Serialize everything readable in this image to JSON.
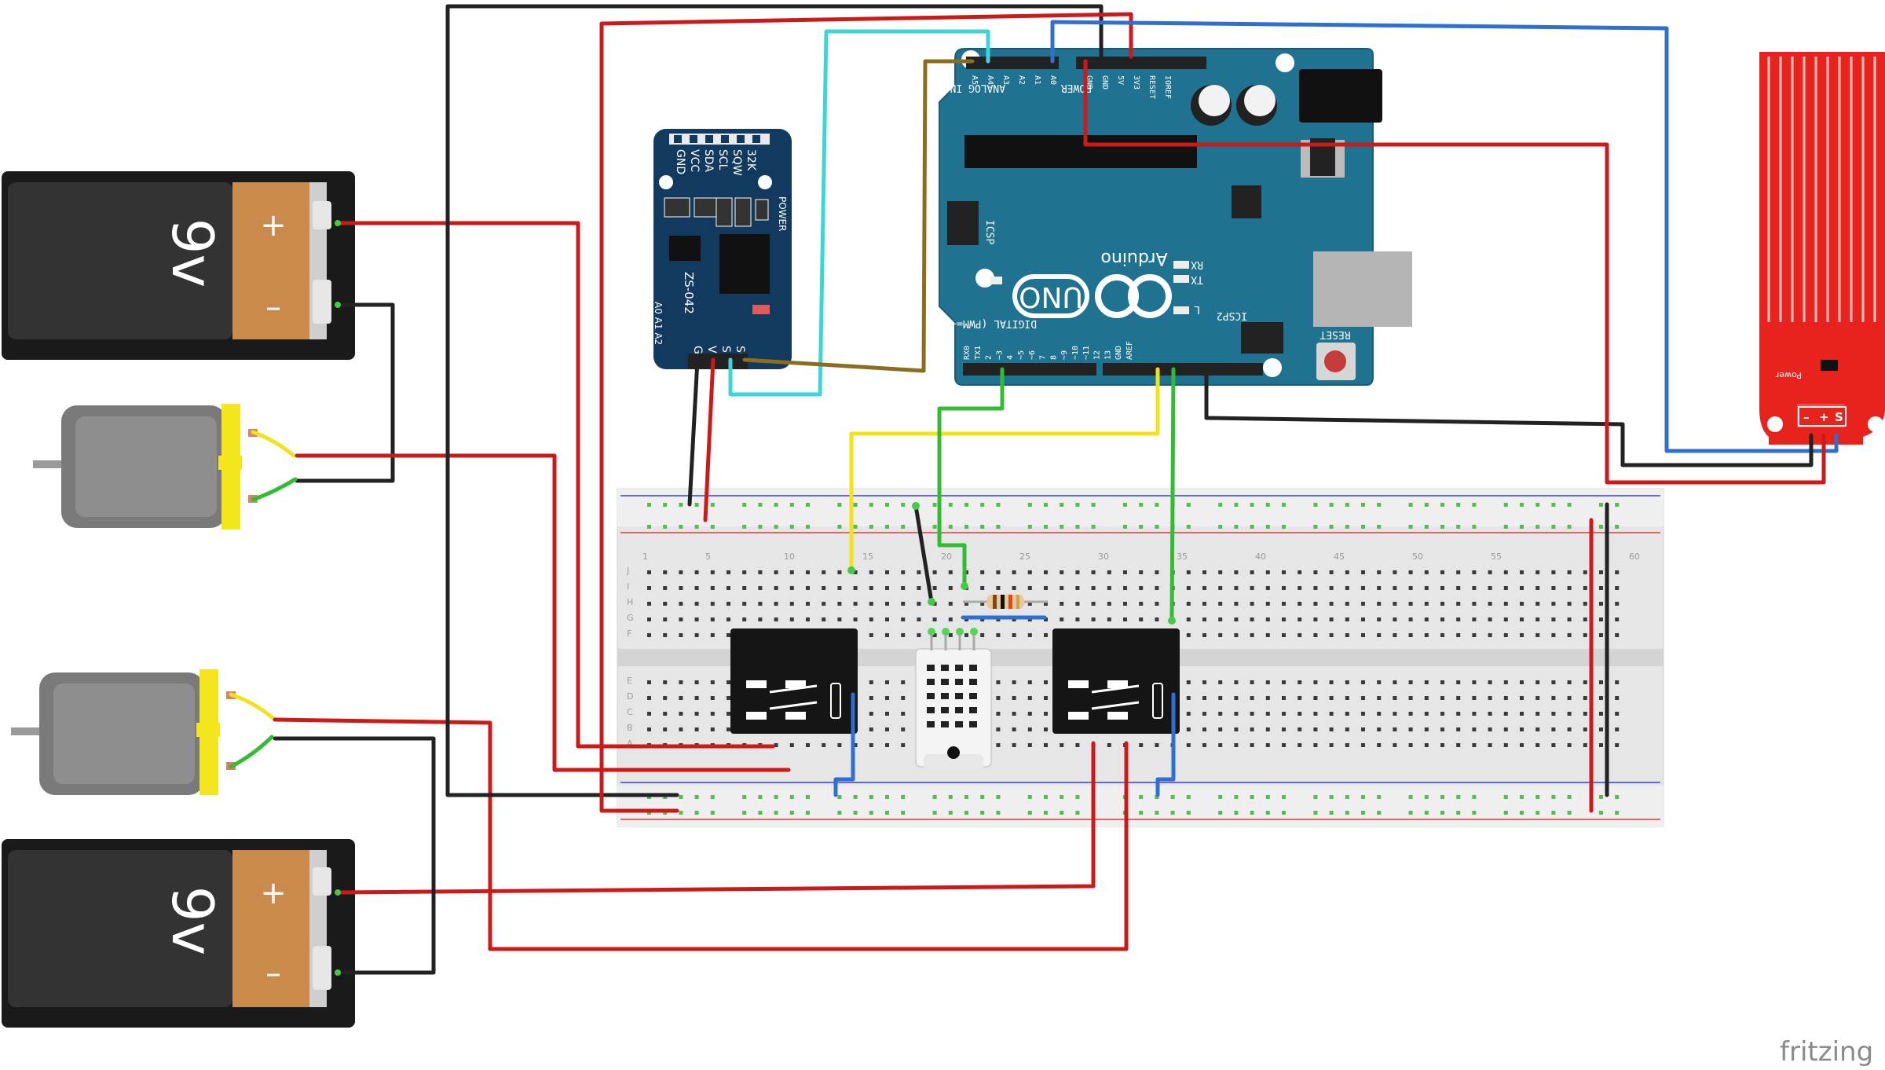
{
  "battery_top": {
    "voltage": "9v",
    "plus": "+",
    "minus": "–"
  },
  "battery_bottom": {
    "voltage": "9v",
    "plus": "+",
    "minus": "–"
  },
  "rtc_module": {
    "top_pins": [
      "GND",
      "VCC",
      "SDA",
      "SCL",
      "SQW",
      "32K"
    ],
    "bottom_pins": [
      "GND",
      "VCC",
      "SDA",
      "SCL"
    ],
    "model": "ZS-042",
    "addr": "A0 A1 A2",
    "power": "POWER"
  },
  "arduino": {
    "brand": "Arduino",
    "model": "UNO",
    "on": "ON",
    "tx": "TX",
    "rx": "RX",
    "l": "L",
    "icsp": "ICSP",
    "icsp2": "ICSP2",
    "reset": "RESET",
    "digital": "DIGITAL (PWM=~)",
    "analog_in": "ANALOG IN",
    "power": "POWER",
    "analog_pins": [
      "A5",
      "A4",
      "A3",
      "A2",
      "A1",
      "A0"
    ],
    "power_pins": [
      "GND",
      "GND",
      "5V",
      "3V3",
      "RESET",
      "IOREF"
    ],
    "digital_pins": [
      "RX0",
      "TX1",
      "2",
      "~3",
      "4",
      "~5",
      "~6",
      "7",
      "8",
      "~9",
      "~10",
      "~11",
      "12",
      "13",
      "GND",
      "AREF"
    ]
  },
  "water_sensor": {
    "pins": [
      "–",
      "+",
      "S"
    ],
    "power": "Power"
  },
  "breadboard": {
    "column_numbers": [
      "1",
      "5",
      "10",
      "15",
      "20",
      "25",
      "30",
      "35",
      "40",
      "45",
      "50",
      "55",
      "60"
    ],
    "row_letters_top": [
      "J",
      "I",
      "H",
      "G",
      "F"
    ],
    "row_letters_bottom": [
      "E",
      "D",
      "C",
      "B",
      "A"
    ]
  },
  "colors": {
    "wire_red": "#cc1a1a",
    "wire_black": "#222222",
    "wire_blue": "#2f6fcf",
    "wire_cyan": "#3cd6d6",
    "wire_yellow": "#f2e21c",
    "wire_green": "#33bb33",
    "wire_brown": "#8b6d1c",
    "arduino_board": "#1f7391",
    "rtc_board": "#113a5e",
    "sensor_board": "#e8231e",
    "battery_copper": "#c98a4b"
  },
  "watermark": "fritzing"
}
